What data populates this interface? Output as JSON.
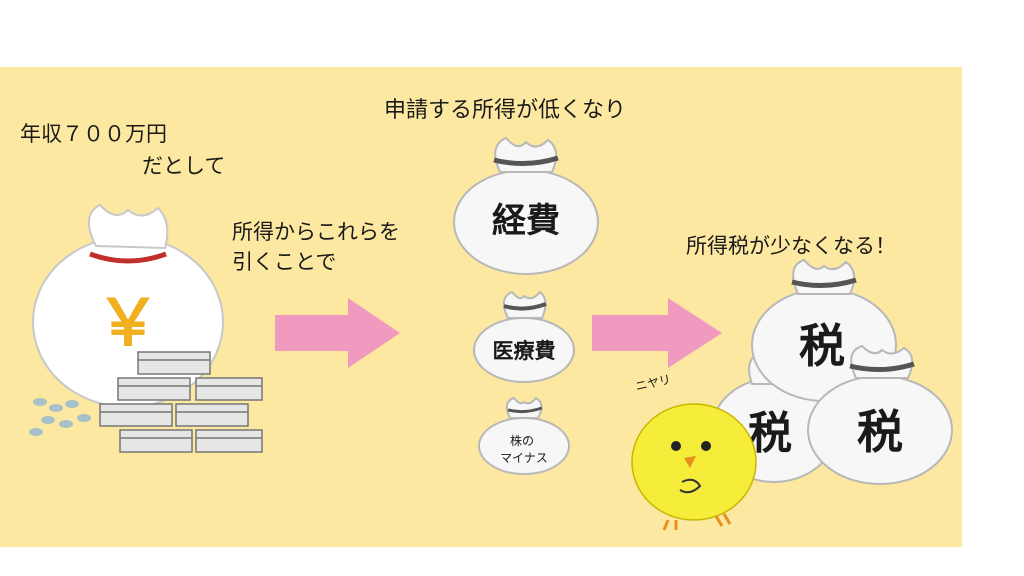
{
  "texts": {
    "income_line1": "年収７００万円",
    "income_line2": "だとして",
    "subtract_line1": "所得からこれらを",
    "subtract_line2": "引くことで",
    "lower_income": "申請する所得が低くなり",
    "result": "所得税が少なくなる！",
    "niyari": "ニヤリ"
  },
  "bags": {
    "yen_symbol": "￥",
    "expenses": "経費",
    "medical": "医療費",
    "stock_line1": "株の",
    "stock_line2": "マイナス",
    "tax": "税"
  },
  "colors": {
    "panel": "#fce8a0",
    "arrow": "#f09ac0",
    "bag": "#f7f7f7",
    "bag_outline": "#b8b8b8",
    "yen_bag": "#ffffff",
    "yen_mark": "#f0b020",
    "bag_tie": "#555555",
    "yen_tie": "#c0302a",
    "chick": "#f6ec3a"
  }
}
